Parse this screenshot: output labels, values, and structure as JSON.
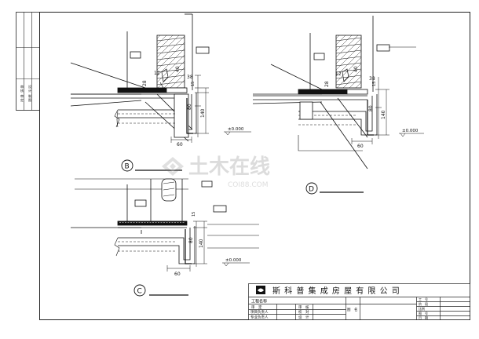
{
  "watermark": {
    "brand": "土木在线",
    "site": "COI88.COM"
  },
  "left_strip": {
    "labels": [
      "审",
      "核",
      "审",
      "定",
      "设",
      "计",
      "制",
      "图"
    ]
  },
  "details": [
    {
      "id": "B",
      "dims": {
        "d40": "40",
        "d15": "15",
        "d12": "12",
        "d28": "28",
        "d38": "38",
        "d80": "80",
        "d140": "140",
        "d60": "60"
      },
      "level": "±0.000"
    },
    {
      "id": "D",
      "dims": {
        "d40": "40",
        "d15": "15",
        "d12": "12",
        "d28": "28",
        "d38": "38",
        "d80": "80",
        "d140": "140",
        "d60": "60"
      },
      "level": "±0.000"
    },
    {
      "id": "C",
      "dims": {
        "d15": "15",
        "d80": "80",
        "d140": "140",
        "d60": "60"
      },
      "level": "±0.000"
    }
  ],
  "title_block": {
    "company": "斯 科 普 集 成 房 屋 有 限 公 司",
    "project_name_label": "工程名称",
    "rows": [
      {
        "a": "审　定",
        "b": "审　核"
      },
      {
        "a": "项目负责人",
        "b": "校　对"
      },
      {
        "a": "专业负责人",
        "b": "设　计"
      }
    ],
    "drawing_label": "图　名",
    "right_labels": [
      "工　号",
      "阶　段",
      "比例",
      "图　号",
      "日　期"
    ]
  }
}
